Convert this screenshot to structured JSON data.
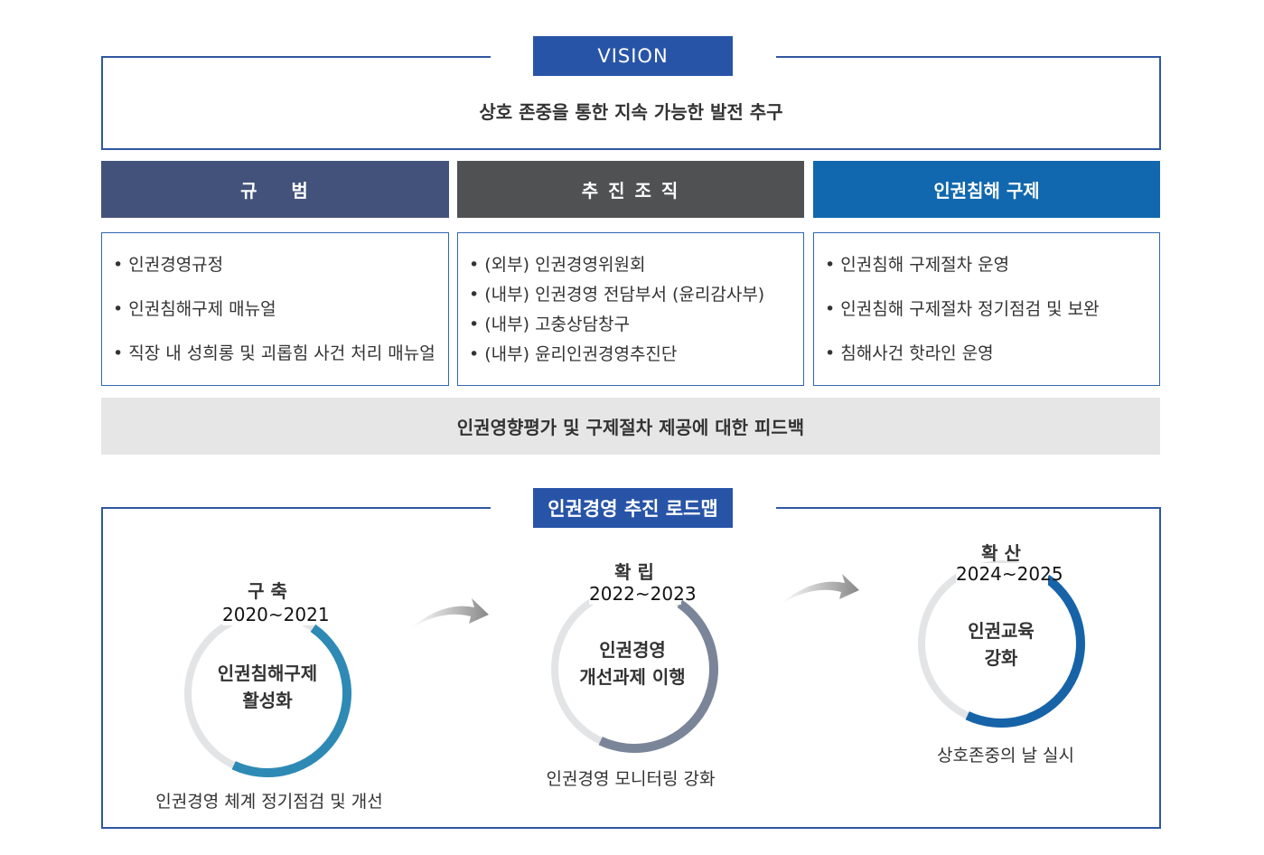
{
  "vision": {
    "label": "VISION",
    "statement": "상호 존중을 통한 지속 가능한 발전 추구"
  },
  "columns": [
    {
      "title": "규    범",
      "color": "#43527a",
      "items": [
        "인권경영규정",
        "인권침해구제 매뉴얼",
        "직장 내 성희롱 및 괴롭힘 사건 처리 매뉴얼"
      ]
    },
    {
      "title": "추 진 조 직",
      "color": "#4f5152",
      "items": [
        "(외부) 인권경영위원회",
        "(내부) 인권경영 전담부서 (윤리감사부)",
        "(내부) 고충상담창구",
        "(내부) 윤리인권경영추진단"
      ]
    },
    {
      "title": "인권침해 구제",
      "color": "#1168ae",
      "items": [
        "인권침해 구제절차 운영",
        "인권침해 구제절차 정기점검 및 보완",
        "침해사건 핫라인 운영"
      ]
    }
  ],
  "feedback": "인권영향평가 및 구제절차 제공에 대한 피드백",
  "roadmap": {
    "label": "인권경영 추진 로드맵",
    "stages": [
      {
        "title": "구 축",
        "years": "2020~2021",
        "center1": "인권침해구제",
        "center2": "활성화",
        "caption": "인권경영 체계 정기점검 및 개선",
        "color": "#2e8ab5"
      },
      {
        "title": "확 립",
        "years": "2022~2023",
        "center1": "인권경영",
        "center2": "개선과제 이행",
        "caption": "인권경영 모니터링 강화",
        "color": "#7b8599"
      },
      {
        "title": "확 산",
        "years": "2024~2025",
        "center1": "인권교육",
        "center2": "강화",
        "caption": "상호존중의 날 실시",
        "color": "#1763a8"
      }
    ]
  }
}
